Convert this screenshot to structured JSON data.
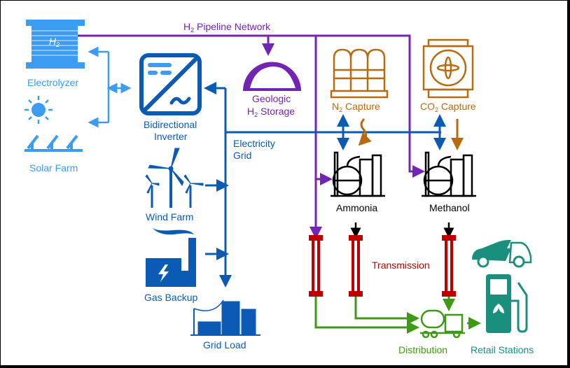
{
  "colors": {
    "light_blue": "#3b9cf2",
    "dark_blue": "#0b5bb5",
    "purple": "#7324b4",
    "orange": "#b86a0e",
    "black": "#000000",
    "red": "#c00000",
    "green": "#3c9a14",
    "teal": "#1a8f7d"
  },
  "labels": {
    "pipeline": {
      "main": "H",
      "sub": "2",
      "rest": " Pipeline Network"
    },
    "electrolyzer": "Electrolyzer",
    "electrolyzer_glyph": {
      "main": "H",
      "sub": "2"
    },
    "solar_farm": "Solar Farm",
    "inverter_line1": "Bidirectional",
    "inverter_line2": "Inverter",
    "storage_line1": "Geologic",
    "storage_line2": {
      "main": "H",
      "sub": "2",
      "rest": " Storage"
    },
    "n2_capture": {
      "main": "N",
      "sub": "2",
      "rest": " Capture"
    },
    "co2_capture": {
      "main": "CO",
      "sub": "2",
      "rest": " Capture"
    },
    "electricity_grid_line1": "Electricity",
    "electricity_grid_line2": "Grid",
    "ammonia": "Ammonia",
    "methanol": "Methanol",
    "wind_farm": "Wind Farm",
    "gas_backup": "Gas Backup",
    "grid_load": "Grid Load",
    "transmission": "Transmission",
    "distribution": "Distribution",
    "retail_stations": "Retail Stations"
  }
}
